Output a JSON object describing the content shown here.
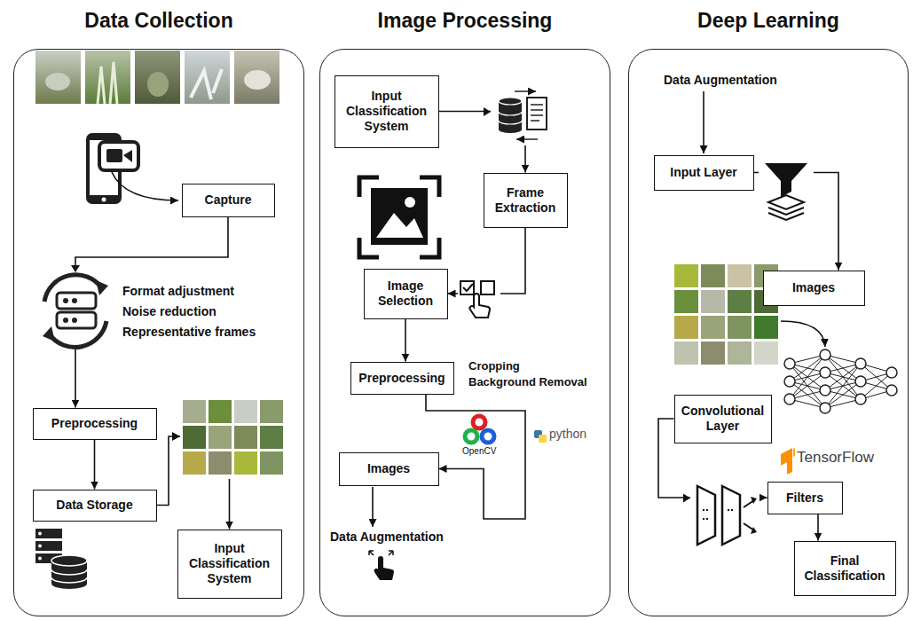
{
  "diagram": {
    "nodes": [
      {
        "text": [
          "Data Collection"
        ]
      },
      {
        "text": [
          "Capture"
        ],
        "in": 0
      },
      {
        "text": [
          "Preprocessing"
        ],
        "in": 0
      },
      {
        "text": [
          "Data Storage"
        ],
        "in": 0
      },
      {
        "text": [
          "Input Classification System"
        ],
        "in": 0
      },
      {
        "text": [
          "Image Processing"
        ]
      },
      {
        "text": [
          "Input Classification System"
        ],
        "in": 5
      },
      {
        "text": [
          "Frame Extraction"
        ],
        "in": 5
      },
      {
        "text": [
          "Image Selection"
        ],
        "in": 5
      },
      {
        "text": [
          "Preprocessing"
        ],
        "in": 5
      },
      {
        "text": [
          "Images"
        ],
        "in": 5
      },
      {
        "text": [
          "Deep Learning"
        ]
      },
      {
        "text": [
          "Input Layer"
        ],
        "in": 11
      },
      {
        "text": [
          "Images"
        ],
        "in": 11
      },
      {
        "text": [
          "Convolutional Layer"
        ],
        "in": 11
      },
      {
        "text": [
          "Filters"
        ],
        "in": 11
      },
      {
        "text": [
          "Final Classification"
        ],
        "in": 11
      }
    ],
    "edges": [
      {
        "from": 1,
        "to": 2,
        "arrow": "to"
      },
      {
        "from": 2,
        "to": 3,
        "arrow": "to"
      },
      {
        "from": 3,
        "to": 4,
        "arrow": "to"
      },
      {
        "from": 6,
        "to": 7,
        "arrow": "to"
      },
      {
        "from": 7,
        "to": 8,
        "arrow": "to"
      },
      {
        "from": 8,
        "to": 9,
        "arrow": "to"
      },
      {
        "from": 9,
        "to": 10,
        "arrow": "to"
      },
      {
        "from": 12,
        "to": 13,
        "arrow": "to"
      },
      {
        "from": 14,
        "to": 15,
        "arrow": "to"
      },
      {
        "from": 15,
        "to": 16,
        "arrow": "to"
      }
    ],
    "labels": [
      "Format adjustment",
      "Noise reduction",
      "Representative frames",
      "Cropping",
      "Background Removal",
      "OpenCV",
      "python",
      "Data Augmentation",
      "Data Augmentation",
      "TensorFlow"
    ]
  }
}
